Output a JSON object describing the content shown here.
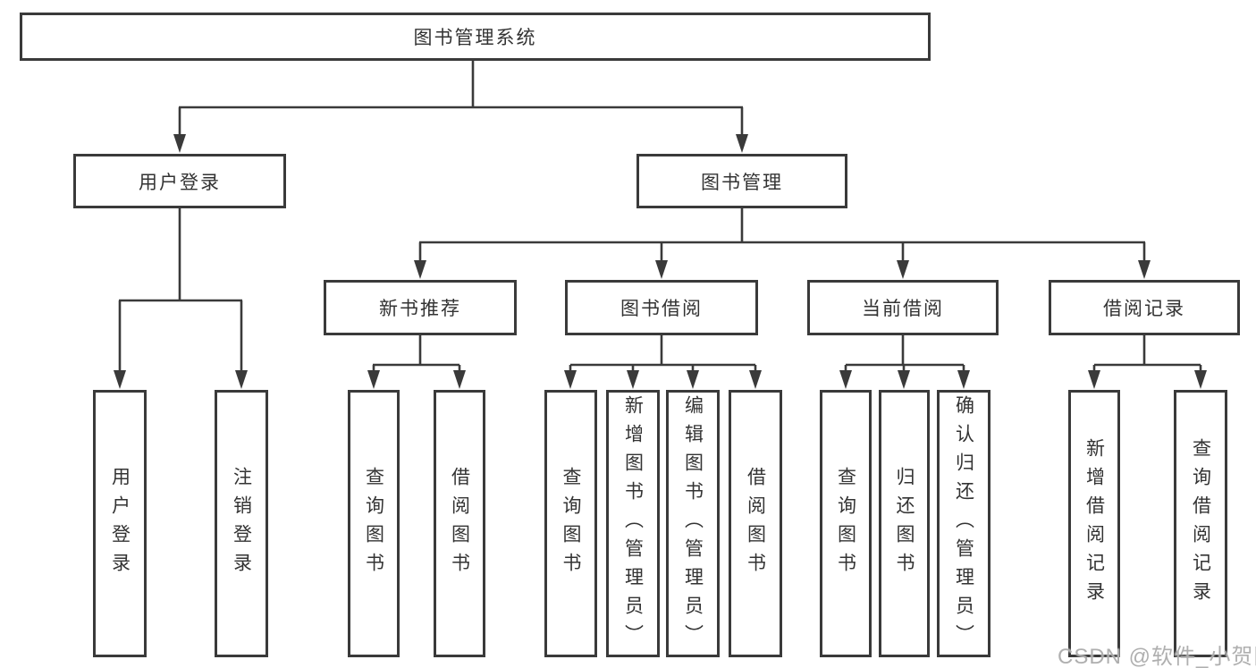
{
  "diagram": {
    "root": {
      "label": "图书管理系统"
    },
    "level2": {
      "user_login": {
        "label": "用户登录"
      },
      "book_mgmt": {
        "label": "图书管理"
      }
    },
    "level3": {
      "new_book": {
        "label": "新书推荐"
      },
      "book_borrow": {
        "label": "图书借阅"
      },
      "current_borrow": {
        "label": "当前借阅"
      },
      "borrow_record": {
        "label": "借阅记录"
      }
    },
    "leaves": {
      "user_login_leaf": {
        "label": "用户登录"
      },
      "logout_leaf": {
        "label": "注销登录"
      },
      "nb_query": {
        "label": "查询图书"
      },
      "nb_borrow": {
        "label": "借阅图书"
      },
      "bb_query": {
        "label": "查询图书"
      },
      "bb_add": {
        "label": "新增图书（管理员）"
      },
      "bb_edit": {
        "label": "编辑图书（管理员）"
      },
      "bb_borrow": {
        "label": "借阅图书"
      },
      "cb_query": {
        "label": "查询图书"
      },
      "cb_return": {
        "label": "归还图书"
      },
      "cb_confirm": {
        "label": "确认归还（管理员）"
      },
      "br_add": {
        "label": "新增借阅记录"
      },
      "br_query": {
        "label": "查询借阅记录"
      }
    },
    "colors": {
      "line": "#3a3a3a",
      "text": "#333333",
      "box_bg": "#ffffff",
      "watermark": "#a8a8a8"
    },
    "watermark": "CSDN @软件_小贺同学"
  }
}
